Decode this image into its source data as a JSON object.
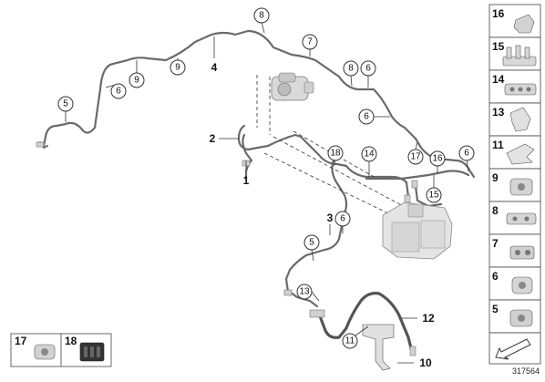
{
  "diagram": {
    "callouts": {
      "c8_top": "8",
      "c7": "7",
      "c9_a": "9",
      "c9_b": "9",
      "c6_left": "6",
      "c5_left": "5",
      "c8_right": "8",
      "c6_right_a": "6",
      "c6_right_b": "6",
      "c18": "18",
      "c14": "14",
      "c17": "17",
      "c16": "16",
      "c15": "15",
      "c6_far_right": "6",
      "c6_mid": "6",
      "c5_mid": "5",
      "c13": "13",
      "c11": "11"
    },
    "labels": {
      "l4": "4",
      "l2": "2",
      "l1": "1",
      "l3": "3",
      "l12": "12",
      "l10": "10"
    }
  },
  "parts_panel": {
    "items": [
      "16",
      "15",
      "14",
      "13",
      "11",
      "9",
      "8",
      "7",
      "6",
      "5"
    ]
  },
  "bottom_box": {
    "items": [
      "17",
      "18"
    ]
  },
  "diagram_number": "317564"
}
